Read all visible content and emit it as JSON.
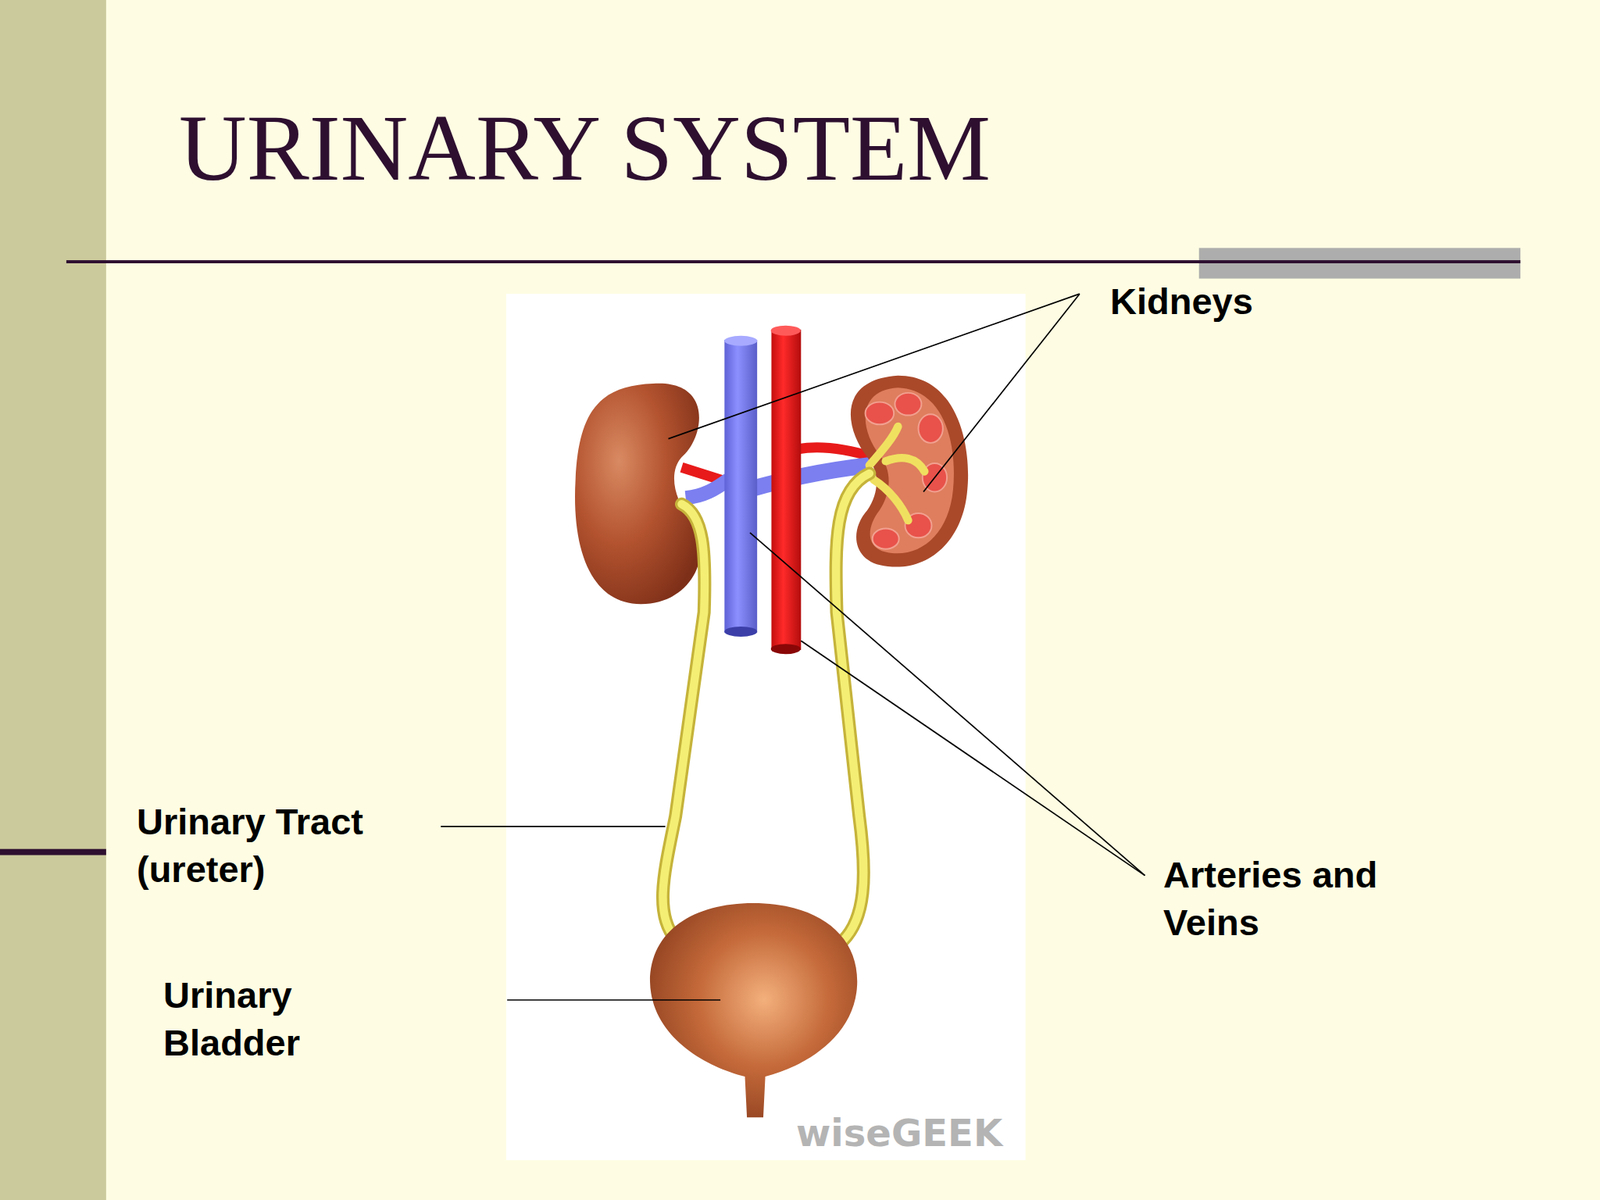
{
  "diagram": {
    "title": "URINARY SYSTEM",
    "labels": [
      "Kidneys",
      "Urinary Tract (ureter)",
      "Urinary Bladder",
      "Arteries and Veins",
      "wiseGEEK"
    ]
  }
}
